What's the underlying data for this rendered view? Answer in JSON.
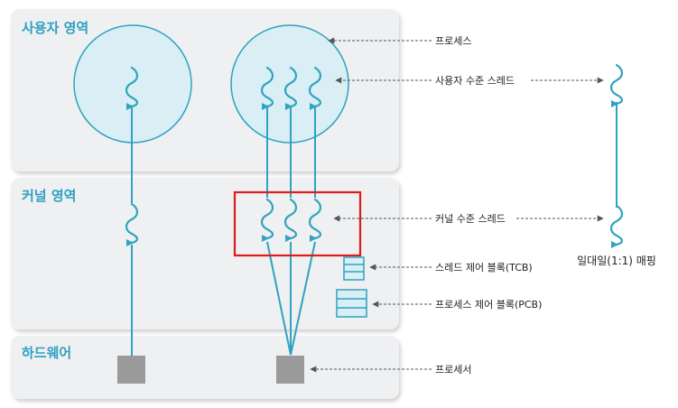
{
  "panels": {
    "user": "사용자 영역",
    "kernel": "커널 영역",
    "hardware": "하드웨어"
  },
  "labels": {
    "process": "프로세스",
    "user_thread": "사용자 수준 스레드",
    "kernel_thread": "커널 수준 스레드",
    "tcb": "스레드 제어 블록(TCB)",
    "pcb": "프로세스 제어 블록(PCB)",
    "processor": "프로세서",
    "mapping": "일대일(1:1) 매핑"
  },
  "colors": {
    "panel_fill": "#eef0f2",
    "line": "#2fa3bf",
    "circle_fill": "#d9eef5",
    "title": "#2f9fc0",
    "processor": "#9a9a9a",
    "highlight": "#e01b1b",
    "arrow": "#555555"
  }
}
